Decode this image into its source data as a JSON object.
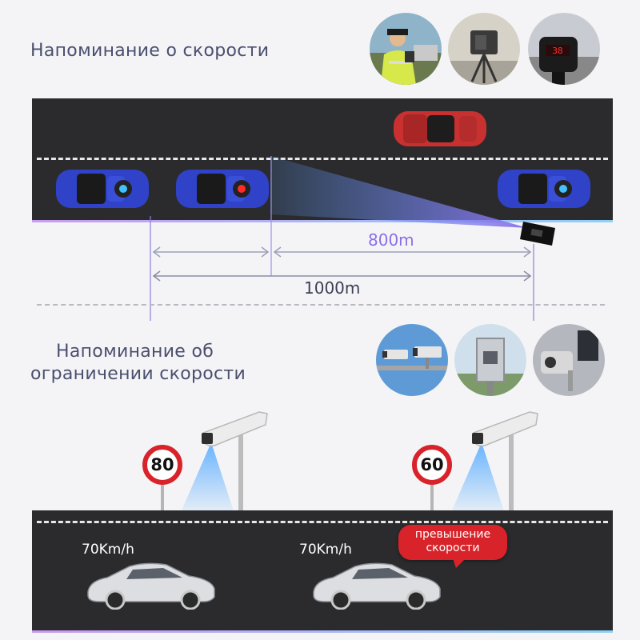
{
  "section_speed": {
    "heading": "Напоминание о скорости",
    "photos": [
      {
        "icon": "police-officer-photo"
      },
      {
        "icon": "radar-tripod-photo"
      },
      {
        "icon": "radar-gun-photo",
        "display": "38"
      }
    ],
    "distance_short": "800m",
    "distance_long": "1000m"
  },
  "section_limit": {
    "heading_line1": "Напоминание об",
    "heading_line2": "ограничении скорости",
    "photos": [
      {
        "icon": "twin-cctv-photo"
      },
      {
        "icon": "camera-box-photo"
      },
      {
        "icon": "dome-camera-photo"
      }
    ],
    "sign_left": "80",
    "sign_right": "60",
    "car_speed_left": "70Km/h",
    "car_speed_right": "70Km/h",
    "warning_line1": "превышение",
    "warning_line2": "скорости"
  },
  "colors": {
    "heading": "#4a4f6e",
    "road": "#2b2b2d",
    "accent_purple": "#8a6fe6",
    "warning_red": "#d9232a",
    "car_blue": "#2f42c8",
    "car_red": "#c93030"
  }
}
